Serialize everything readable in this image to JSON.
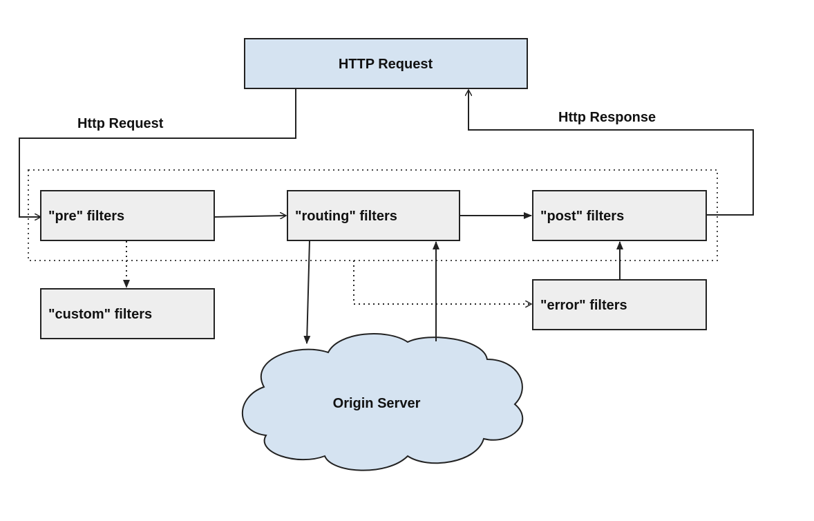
{
  "diagram": {
    "nodes": {
      "http_request": {
        "label": "HTTP Request"
      },
      "pre_filters": {
        "label": "\"pre\" filters"
      },
      "routing_filters": {
        "label": "\"routing\" filters"
      },
      "post_filters": {
        "label": "\"post\" filters"
      },
      "custom_filters": {
        "label": "\"custom\" filters"
      },
      "error_filters": {
        "label": "\"error\" filters"
      },
      "origin_server": {
        "label": "Origin Server"
      }
    },
    "edges": {
      "http_request_in": {
        "label": "Http Request"
      },
      "http_response_out": {
        "label": "Http Response"
      }
    }
  },
  "colors": {
    "blue_fill": "#d5e3f1",
    "gray_fill": "#eeeeee",
    "stroke": "#222222"
  }
}
